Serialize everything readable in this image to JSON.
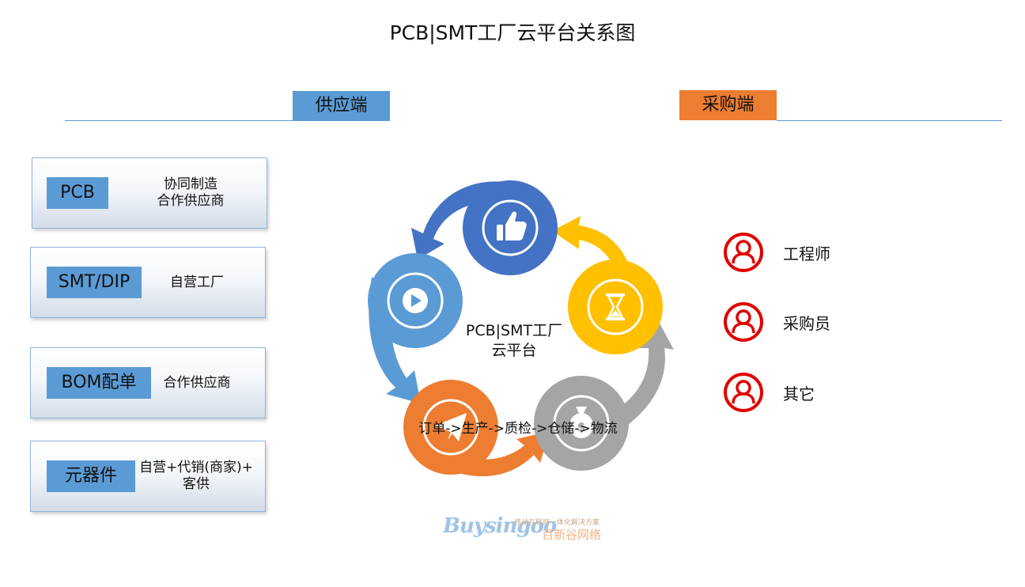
{
  "title": "PCB|SMT工厂云平台关系图",
  "supply": {
    "label": "供应端",
    "color": "#5b9bd5",
    "items": [
      {
        "tag": "PCB",
        "desc_lines": [
          "协同制造",
          "合作供应商"
        ]
      },
      {
        "tag": "SMT/DIP",
        "desc_lines": [
          "自营工厂"
        ]
      },
      {
        "tag": "BOM配单",
        "desc_lines": [
          "合作供应商"
        ]
      },
      {
        "tag": "元器件",
        "desc_lines": [
          "自营+代销(商家)+",
          "客供"
        ]
      }
    ]
  },
  "purchase": {
    "label": "采购端",
    "color": "#ed7d31",
    "roles": [
      {
        "label": "工程师",
        "icon": "person-icon"
      },
      {
        "label": "采购员",
        "icon": "person-icon"
      },
      {
        "label": "其它",
        "icon": "person-icon"
      }
    ],
    "role_color": "#e00000"
  },
  "cycle": {
    "center_lines": [
      "PCB|SMT工厂",
      "云平台"
    ],
    "flow": "订单->生产->质检->仓储->物流",
    "nodes": [
      {
        "name": "thumbs-up",
        "icon": "thumbs-up-icon",
        "color": "#4472c4"
      },
      {
        "name": "hourglass",
        "icon": "hourglass-icon",
        "color": "#ffc000"
      },
      {
        "name": "money-bag",
        "icon": "money-bag-icon",
        "color": "#a5a5a5"
      },
      {
        "name": "send",
        "icon": "send-icon",
        "color": "#ed7d31"
      },
      {
        "name": "play",
        "icon": "play-icon",
        "color": "#5b9bd5"
      }
    ]
  },
  "brand": {
    "word": "Buysingoo",
    "tagline": "移动互联网一体化解决方案",
    "cn": "百新谷网络"
  }
}
